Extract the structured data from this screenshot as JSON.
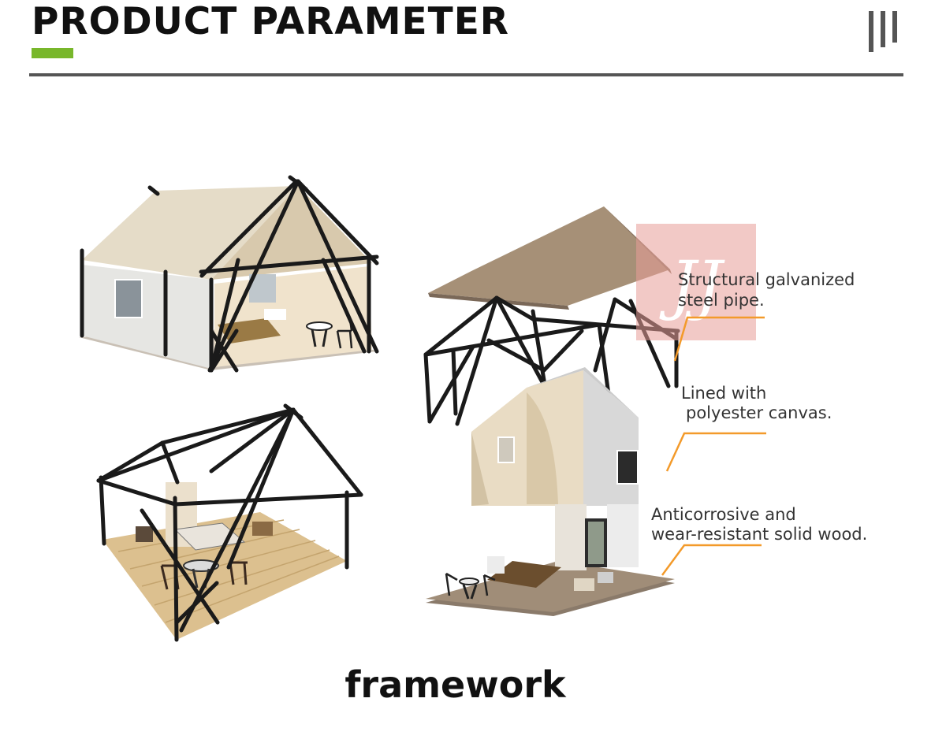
{
  "header": {
    "title": "PRODUCT PARAMETER",
    "accent_color": "#78b72b",
    "menu_icon": "vertical-bars-icon"
  },
  "diagram": {
    "watermark": "JJ",
    "annotations": [
      {
        "lines": [
          "Structural galvanized",
          "steel pipe."
        ]
      },
      {
        "lines": [
          "Lined with",
          "polyester canvas."
        ]
      },
      {
        "lines": [
          "Anticorrosive and",
          "wear-resistant solid wood."
        ]
      }
    ],
    "leader_color": "#f39a2a",
    "frame_color": "#1a1a1a",
    "canvas_color": "#e8dcc4",
    "roof_color": "#a69077",
    "wood_color": "#d9b989"
  },
  "caption": "framework"
}
